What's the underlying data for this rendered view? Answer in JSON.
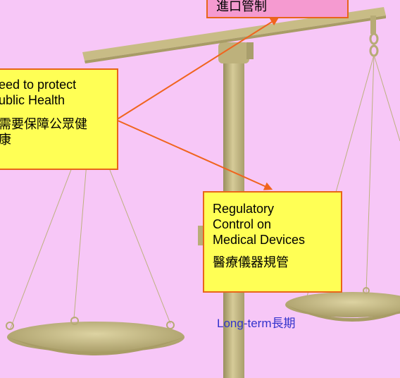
{
  "top_box": {
    "text": "進口管制"
  },
  "left_box": {
    "line1": "eed to protect",
    "line2": "ublic Health",
    "line3": "需要保障公眾健",
    "line4": "康"
  },
  "right_box": {
    "line1": "Regulatory",
    "line2": "Control on",
    "line3": "Medical Devices",
    "line4": "醫療儀器規管"
  },
  "label": {
    "text": "Long-term長期"
  },
  "colors": {
    "background": "#f7c7f7",
    "scale": "#c8bc86",
    "box_fill": "#ffff55",
    "box_border": "#e8651a",
    "arrow": "#f0641e",
    "label": "#3333cc"
  }
}
